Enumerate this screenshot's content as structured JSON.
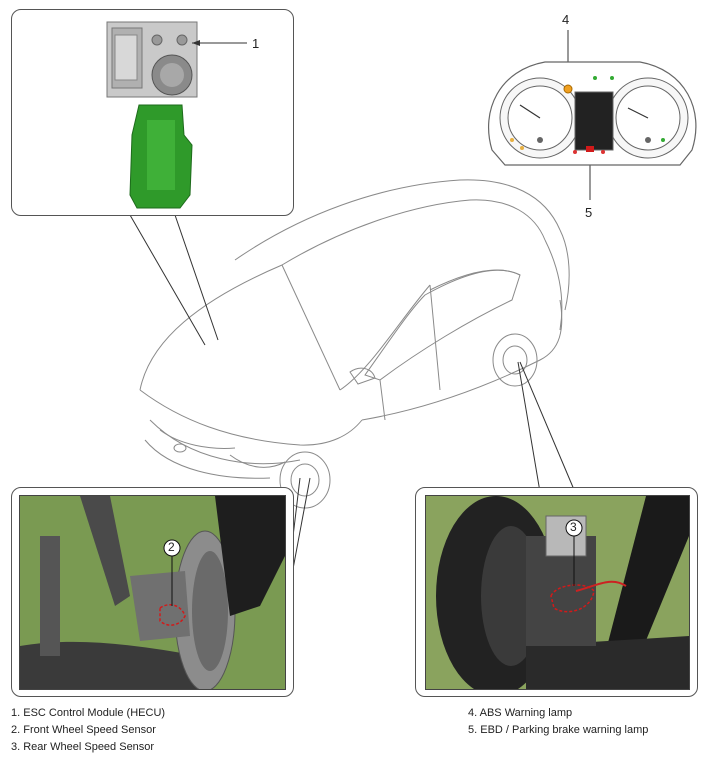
{
  "callouts": {
    "c1": "1",
    "c2": "2",
    "c3": "3",
    "c4": "4",
    "c5": "5"
  },
  "legend": {
    "left": [
      "1. ESC Control Module (HECU)",
      "2. Front Wheel Speed Sensor",
      "3. Rear Wheel Speed Sensor"
    ],
    "right": [
      "4. ABS Warning lamp",
      "5. EBD / Parking brake warning lamp"
    ]
  },
  "colors": {
    "bracket_green": "#2f9a2a",
    "photo_green": "#7a9a52",
    "highlight_red": "#d11a1a"
  }
}
